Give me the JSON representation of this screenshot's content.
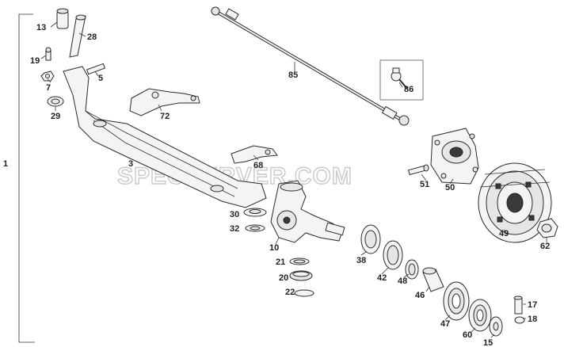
{
  "watermark": "SPECSERVER.COM",
  "labels": [
    {
      "id": "13",
      "text": "13"
    },
    {
      "id": "28",
      "text": "28"
    },
    {
      "id": "19",
      "text": "19"
    },
    {
      "id": "5",
      "text": "5"
    },
    {
      "id": "7",
      "text": "7"
    },
    {
      "id": "29",
      "text": "29"
    },
    {
      "id": "72",
      "text": "72"
    },
    {
      "id": "85",
      "text": "85"
    },
    {
      "id": "86",
      "text": "86"
    },
    {
      "id": "3",
      "text": "3"
    },
    {
      "id": "1",
      "text": "1"
    },
    {
      "id": "68",
      "text": "68"
    },
    {
      "id": "51",
      "text": "51"
    },
    {
      "id": "50",
      "text": "50"
    },
    {
      "id": "30",
      "text": "30"
    },
    {
      "id": "32",
      "text": "32"
    },
    {
      "id": "10",
      "text": "10"
    },
    {
      "id": "38",
      "text": "38"
    },
    {
      "id": "21",
      "text": "21"
    },
    {
      "id": "20",
      "text": "20"
    },
    {
      "id": "22",
      "text": "22"
    },
    {
      "id": "42",
      "text": "42"
    },
    {
      "id": "48",
      "text": "48"
    },
    {
      "id": "46",
      "text": "46"
    },
    {
      "id": "49",
      "text": "49"
    },
    {
      "id": "62",
      "text": "62"
    },
    {
      "id": "47",
      "text": "47"
    },
    {
      "id": "60",
      "text": "60"
    },
    {
      "id": "15",
      "text": "15"
    },
    {
      "id": "17",
      "text": "17"
    },
    {
      "id": "18",
      "text": "18"
    }
  ]
}
